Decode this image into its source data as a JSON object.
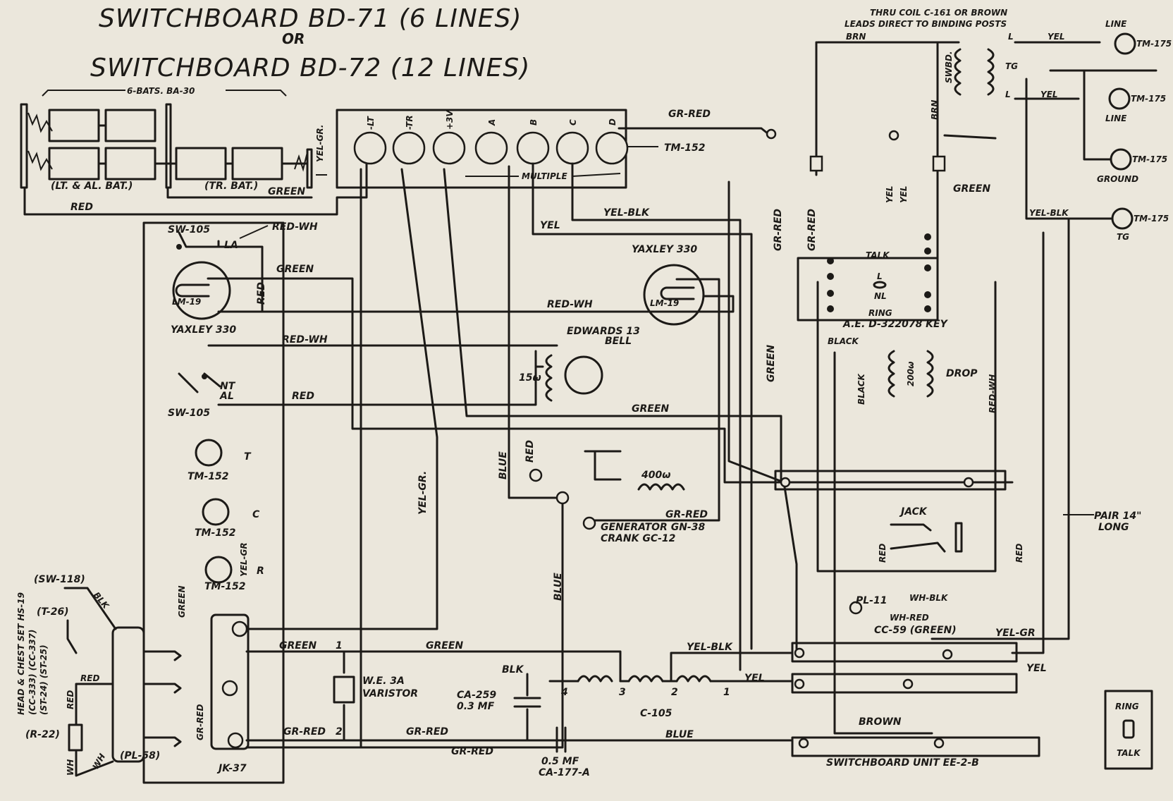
{
  "title": {
    "line1": "SWITCHBOARD BD-71 (6 LINES)",
    "or": "OR",
    "line2": "SWITCHBOARD BD-72 (12 LINES)"
  },
  "batteries": {
    "group": "6-BATS. BA-30",
    "lt_al": "(LT. & AL. BAT.)",
    "tr": "(TR. BAT.)"
  },
  "terminals": {
    "lt": "-LT",
    "tr": "-TR",
    "v3": "+3V",
    "a": "A",
    "b": "B",
    "c": "C",
    "d": "D",
    "multiple": "MULTIPLE",
    "strip": "TM-152"
  },
  "thru_coil_note_1": "THRU COIL C-161 OR BROWN",
  "thru_coil_note_2": "LEADS DIRECT TO BINDING POSTS",
  "posts": {
    "line1": "LINE",
    "tm175_a": "TM-175",
    "line2": "LINE",
    "tm175_b": "TM-175",
    "tm175_c": "TM-175",
    "ground": "GROUND",
    "tm175_d": "TM-175",
    "tg": "TG"
  },
  "switches": {
    "sw105_top": "SW-105",
    "sw105_bot": "SW-105",
    "la": "LA",
    "nt": "NT",
    "al": "AL"
  },
  "lamps": {
    "left_lamp": "LM-19",
    "left_yaxley": "YAXLEY 330",
    "right_lamp": "LM-19",
    "right_yaxley": "YAXLEY 330"
  },
  "bell": {
    "name": "EDWARDS 13",
    "name2": "BELL",
    "res": "15ω"
  },
  "generator": {
    "res": "400ω",
    "name": "GENERATOR GN-38",
    "crank": "CRANK GC-12"
  },
  "key": {
    "talk": "TALK",
    "l": "L",
    "nl": "NL",
    "ring": "RING",
    "name": "A.E. D-322078 KEY"
  },
  "drop": {
    "res": "200ω",
    "name": "DROP"
  },
  "jack": {
    "name": "JACK",
    "pl": "PL-11",
    "cc": "CC-59 (GREEN)"
  },
  "tm152": {
    "t": "T",
    "c": "C",
    "r": "R",
    "label_t": "TM-152",
    "label_c": "TM-152",
    "label_r": "TM-152"
  },
  "jk37": "JK-37",
  "headset": {
    "sw118": "(SW-118)",
    "t26": "(T-26)",
    "r22": "(R-22)",
    "pl58": "(PL-58)",
    "title": "HEAD & CHEST SET HS-19",
    "cc": "(CC-333) (CC-337)",
    "st": "(ST-24) (ST-25)"
  },
  "varistor": {
    "name1": "W.E. 3A",
    "name2": "VARISTOR"
  },
  "coil": {
    "name": "C-105",
    "t1": "1",
    "t2": "2",
    "t3": "3",
    "t4": "4"
  },
  "caps": {
    "ca259": "CA-259",
    "ca259v": "0.3 MF",
    "ca177v": "0.5 MF",
    "ca177": "CA-177-A"
  },
  "misc": {
    "pair": "PAIR 14\"",
    "long": "LONG",
    "unit": "SWITCHBOARD UNIT EE-2-B",
    "ring": "RING",
    "talk": "TALK",
    "node1": "1",
    "node2": "2"
  },
  "wires": {
    "red": "RED",
    "green": "GREEN",
    "yel_gr": "YEL-GR.",
    "gr_red": "GR-RED",
    "yel_blk": "YEL-BLK",
    "yel": "YEL",
    "red_wh": "RED-WH",
    "blue": "BLUE",
    "brn": "BRN",
    "brown": "BROWN",
    "black": "BLACK",
    "blk": "BLK",
    "wh": "WH",
    "wh_blk": "WH-BLK",
    "wh_red": "WH-RED",
    "swbd": "SWBD.",
    "yel_gr2": "YEL-GR",
    "l": "L",
    "tg": "TG"
  }
}
